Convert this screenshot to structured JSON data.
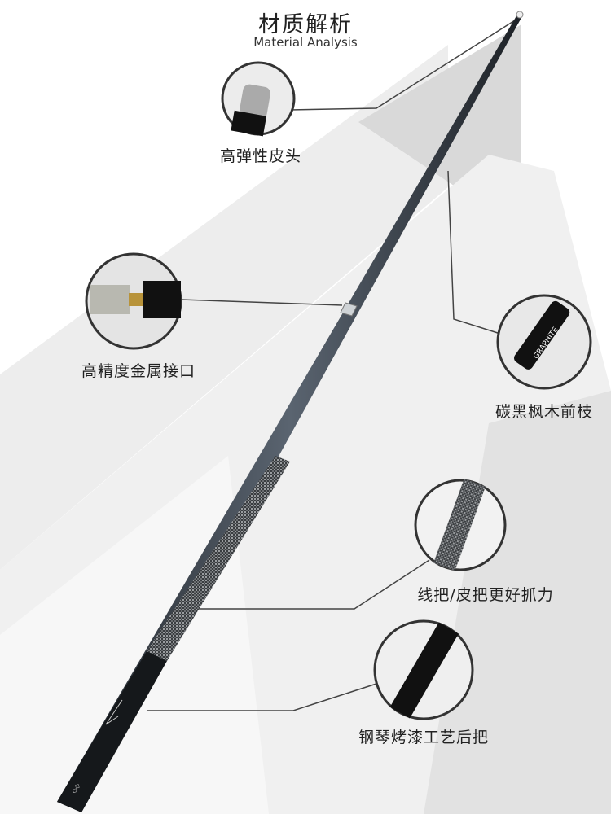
{
  "header": {
    "title": "材质解析",
    "subtitle": "Material Analysis"
  },
  "features": [
    {
      "label": "高弹性皮头"
    },
    {
      "label": "高精度金属接口"
    },
    {
      "label": "碳黑枫木前枝",
      "cue_text": "GRAPHITE"
    },
    {
      "label": "线把/皮把更好抓力"
    },
    {
      "label": "钢琴烤漆工艺后把"
    }
  ],
  "colors": {
    "background": "#ffffff",
    "shade": "#e6e6e6",
    "cue": "#2b3036",
    "text": "#222222"
  }
}
